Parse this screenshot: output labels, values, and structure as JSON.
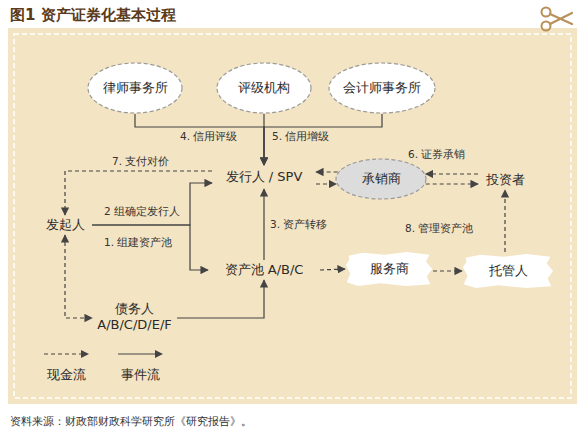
{
  "diagram": {
    "title": "图1 资产证券化基本过程",
    "caption": "资料来源：财政部财政科学研究所《研究报告》。",
    "nodes": [
      {
        "text": [
          "律师事务所"
        ]
      },
      {
        "text": [
          "评级机构"
        ]
      },
      {
        "text": [
          "会计师事务所"
        ]
      },
      {
        "text": [
          "发行人 / SPV"
        ]
      },
      {
        "text": [
          "承销商"
        ]
      },
      {
        "text": [
          "投资者"
        ]
      },
      {
        "text": [
          "发起人"
        ]
      },
      {
        "text": [
          "资产池 A/B/C"
        ]
      },
      {
        "text": [
          "服务商"
        ]
      },
      {
        "text": [
          "托管人"
        ]
      },
      {
        "text": [
          "债务人 A/B/C/D/E/F"
        ]
      }
    ],
    "edges": [
      {
        "from": 0,
        "to": 3,
        "label": "4. 信用评级",
        "arrow": "to"
      },
      {
        "from": 1,
        "to": 3,
        "arrow": "to"
      },
      {
        "from": 2,
        "to": 3,
        "label": "5. 信用增级",
        "arrow": "to"
      },
      {
        "from": 3,
        "to": 6,
        "label": "7. 支付对价",
        "arrow": "to"
      },
      {
        "from": 6,
        "to": 3,
        "label": "2 组确定发行人",
        "arrow": "to"
      },
      {
        "from": 6,
        "to": 7,
        "label": "1. 组建资产池",
        "arrow": "to"
      },
      {
        "from": 7,
        "to": 3,
        "label": "3. 资产转移",
        "arrow": "to"
      },
      {
        "from": 4,
        "to": 3,
        "arrow": "to"
      },
      {
        "from": 3,
        "to": 4,
        "arrow": "to"
      },
      {
        "from": 5,
        "to": 4,
        "label": "6. 证券承销",
        "arrow": "to"
      },
      {
        "from": 4,
        "to": 5,
        "arrow": "to"
      },
      {
        "from": 7,
        "to": 8,
        "arrow": "to"
      },
      {
        "from": 8,
        "to": 9,
        "arrow": "to"
      },
      {
        "from": 9,
        "to": 5,
        "arrow": "to"
      },
      {
        "from": 6,
        "to": 10,
        "arrow": "both"
      },
      {
        "from": 10,
        "to": 7,
        "arrow": "to"
      }
    ],
    "labels": [
      "8. 管理资产池"
    ],
    "legend": [
      {
        "text": "现金流"
      },
      {
        "text": "事件流"
      }
    ]
  }
}
